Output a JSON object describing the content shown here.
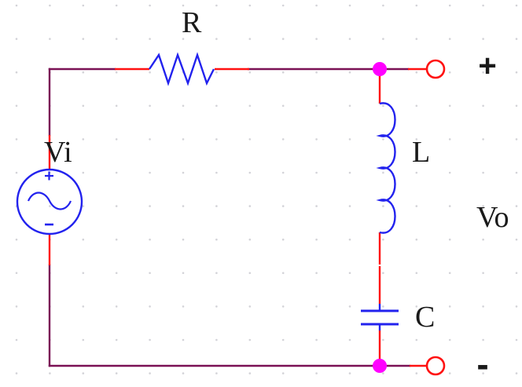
{
  "schematic": {
    "labels": {
      "source": "Vi",
      "resistor": "R",
      "inductor": "L",
      "capacitor": "C",
      "output_node": "Vo",
      "terminal_positive": "+",
      "terminal_negative": "-"
    },
    "components": [
      {
        "ref": "Vi",
        "type": "ac-voltage-source"
      },
      {
        "ref": "R",
        "type": "resistor"
      },
      {
        "ref": "L",
        "type": "inductor"
      },
      {
        "ref": "C",
        "type": "capacitor"
      }
    ],
    "topology": "Vi in series with R; output Vo taken across series L and C between + and - terminals"
  },
  "colors": {
    "background": "#ffffff",
    "wire": "#7a1155",
    "pin": "#ff1111",
    "component": "#2222ee",
    "junction": "#ff00ff",
    "terminal": "#ff1111",
    "text": "#1a1a1a",
    "grid_dot": "#d3d3d8"
  }
}
